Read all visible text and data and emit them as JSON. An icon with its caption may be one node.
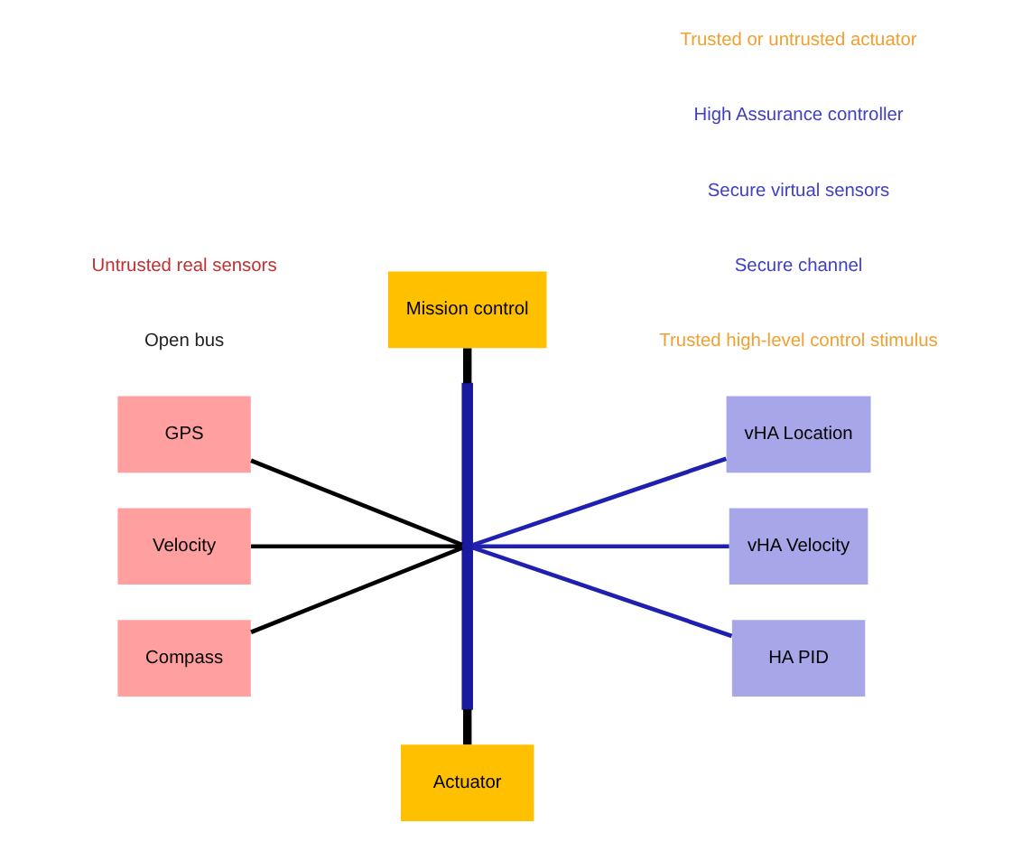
{
  "diagram": {
    "nodes": [
      {
        "text": [
          "Mission control"
        ]
      },
      {
        "text": [],
        "shape": "bar"
      },
      {
        "text": [
          "GPS"
        ]
      },
      {
        "text": [
          "vHA Location"
        ]
      },
      {
        "text": [
          "Velocity"
        ]
      },
      {
        "text": [
          "vHA Velocity"
        ]
      },
      {
        "text": [
          "Compass"
        ]
      },
      {
        "text": [
          "HA PID"
        ]
      },
      {
        "text": [
          "Actuator"
        ]
      }
    ],
    "edges": [
      {
        "from": 0,
        "to": 1,
        "arrow": "none",
        "style": "thick"
      },
      {
        "from": 2,
        "to": 1,
        "arrow": "none"
      },
      {
        "from": 1,
        "to": 3,
        "arrow": "none",
        "color": "#2020b0"
      },
      {
        "from": 1,
        "to": 5,
        "arrow": "none",
        "color": "#2020b0"
      },
      {
        "from": 4,
        "to": 1,
        "arrow": "none"
      },
      {
        "from": 6,
        "to": 1,
        "arrow": "none"
      },
      {
        "from": 1,
        "to": 7,
        "arrow": "none",
        "color": "#2020b0"
      },
      {
        "from": 1,
        "to": 8,
        "arrow": "none",
        "style": "thick"
      }
    ],
    "labels": [
      "Trusted high-level control stimulus",
      "Secure channel",
      "Open bus",
      "Secure virtual sensors",
      "Untrusted real sensors",
      "High Assurance controller",
      "Trusted or untrusted actuator"
    ]
  }
}
